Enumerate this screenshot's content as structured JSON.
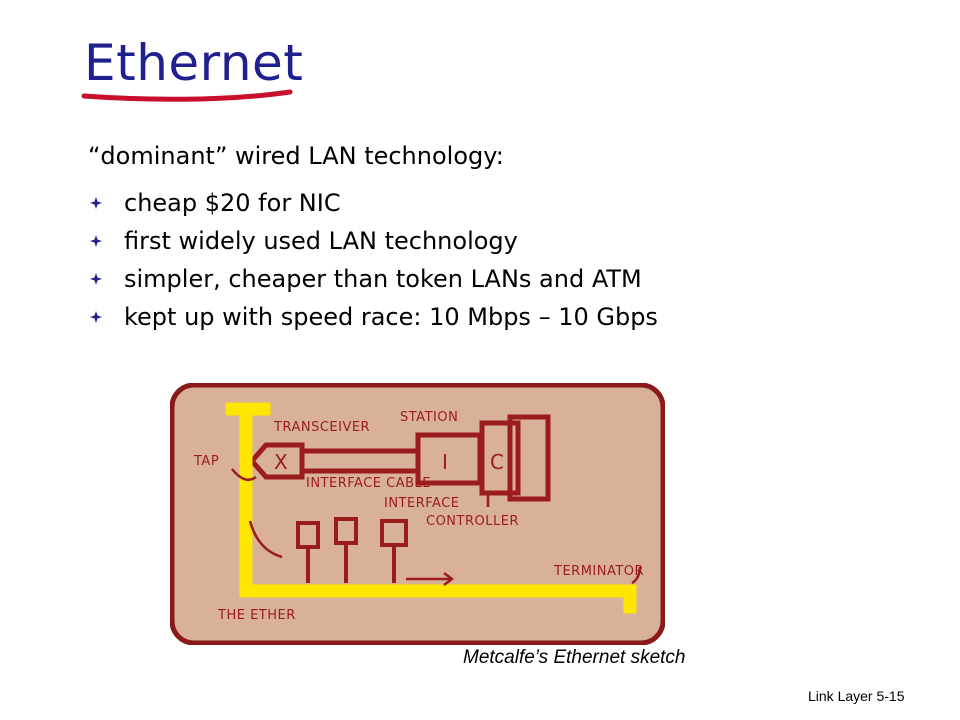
{
  "slide": {
    "title": "Ethernet",
    "intro": "“dominant” wired LAN technology:",
    "bullets": [
      "cheap $20 for NIC",
      "first widely used LAN technology",
      "simpler, cheaper than token LANs and ATM",
      "kept up with speed race: 10 Mbps – 10 Gbps"
    ],
    "bullet_icon": "diamond-bullet-icon",
    "title_color": "#1f1f8f",
    "underline_color": "#c8102e"
  },
  "sketch": {
    "labels": {
      "station": "STATION",
      "transceiver": "TRANSCEIVER",
      "tap": "TAP",
      "interface_cable": "INTERFACE CABLE",
      "interface": "INTERFACE",
      "controller": "CONTROLLER",
      "terminator": "TERMINATOR",
      "ether": "THE ETHER",
      "x": "X",
      "i": "I",
      "c": "C"
    },
    "colors": {
      "background": "#d9b09a",
      "ink": "#9a1c1c",
      "ether": "#ffe600"
    }
  },
  "caption": "Metcalfe’s Ethernet sketch",
  "footer": "Link Layer  5-15"
}
